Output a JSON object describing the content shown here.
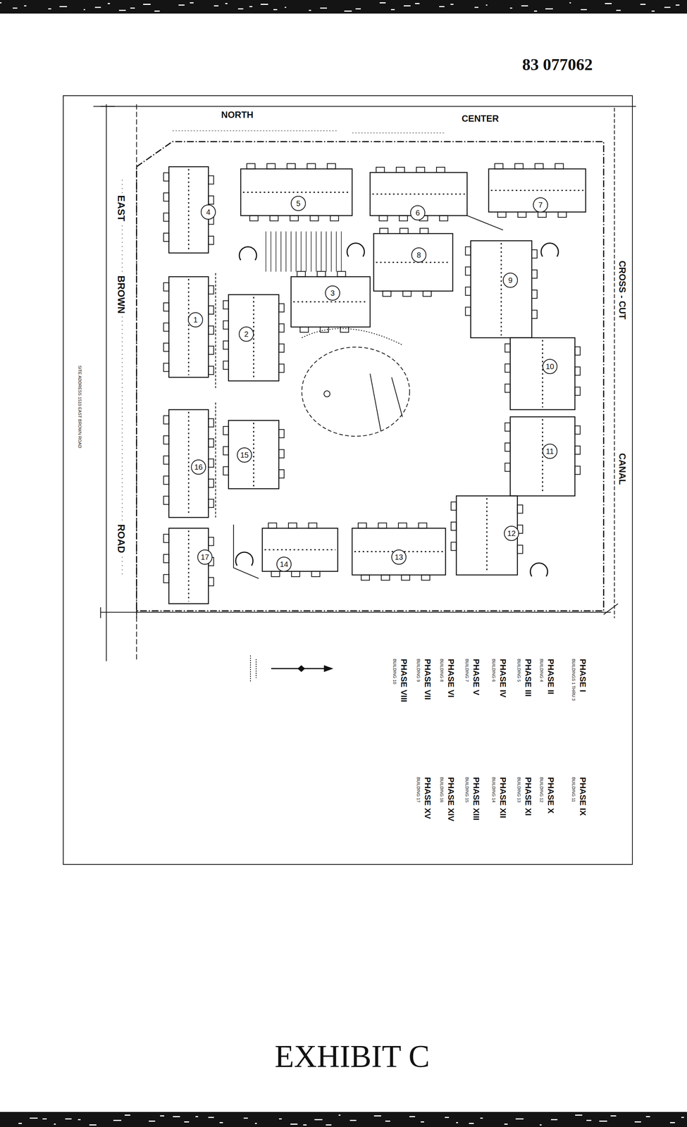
{
  "diagram": {
    "nodes": [
      {
        "text": [
          "1"
        ]
      },
      {
        "text": [
          "2"
        ]
      },
      {
        "text": [
          "3"
        ]
      },
      {
        "text": [
          "4"
        ]
      },
      {
        "text": [
          "5"
        ]
      },
      {
        "text": [
          "6"
        ]
      },
      {
        "text": [
          "7"
        ]
      },
      {
        "text": [
          "8"
        ]
      },
      {
        "text": [
          "9"
        ]
      },
      {
        "text": [
          "10"
        ]
      },
      {
        "text": [
          "11"
        ]
      },
      {
        "text": [
          "12"
        ]
      },
      {
        "text": [
          "13"
        ]
      },
      {
        "text": [
          "14"
        ]
      },
      {
        "text": [
          "15"
        ]
      },
      {
        "text": [
          "16"
        ]
      },
      {
        "text": [
          "17"
        ]
      }
    ],
    "labels": [
      "83 077062",
      "NORTH",
      "CENTER",
      "EAST",
      "BROWN",
      "ROAD",
      "CROSS - CUT",
      "CANAL",
      "SITE ADDRESS 1510 EAST BROWN ROAD",
      "PHASE I",
      "BUILDINGS 1 THRU 3",
      "PHASE II",
      "BUILDING 4",
      "PHASE III",
      "BUILDING 5",
      "PHASE IV",
      "BUILDING 6",
      "PHASE V",
      "BUILDING 7",
      "PHASE VI",
      "BUILDING 8",
      "PHASE VII",
      "BUILDING 9",
      "PHASE VIII",
      "BUILDING 10",
      "PHASE IX",
      "BUILDING 11",
      "PHASE X",
      "BUILDING 12",
      "PHASE XI",
      "BUILDING 13",
      "PHASE XII",
      "BUILDING 14",
      "PHASE XIII",
      "BUILDING 15",
      "PHASE XIV",
      "BUILDING 16",
      "PHASE XV",
      "BUILDING 17",
      "EXHIBIT C"
    ]
  }
}
